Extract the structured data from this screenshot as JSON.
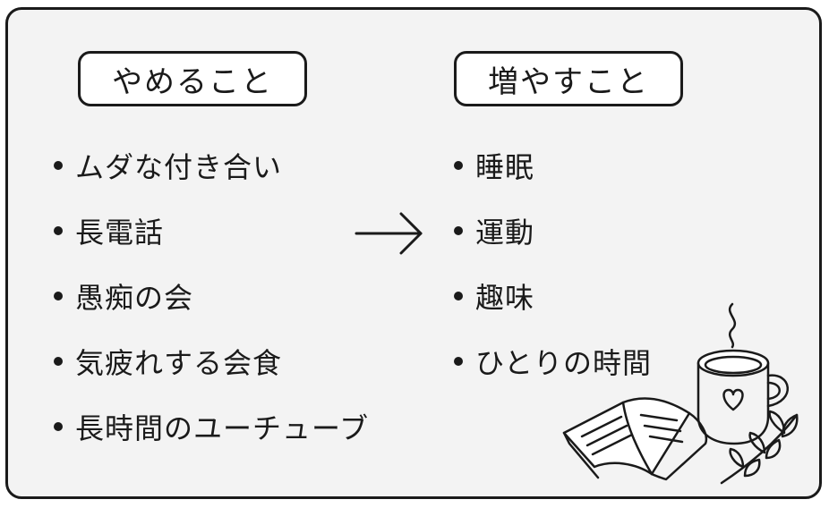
{
  "left": {
    "heading": "やめること",
    "items": [
      "ムダな付き合い",
      "長電話",
      "愚痴の会",
      "気疲れする会食",
      "長時間のユーチューブ"
    ]
  },
  "right": {
    "heading": "増やすこと",
    "items": [
      "睡眠",
      "運動",
      "趣味",
      "ひとりの時間"
    ]
  },
  "icons": {
    "arrow": "right-arrow-icon",
    "illustration": "coffee-mug-and-book-icon"
  },
  "colors": {
    "ink": "#1a1a1a",
    "panel": "#f3f3f3",
    "background": "#ffffff"
  }
}
